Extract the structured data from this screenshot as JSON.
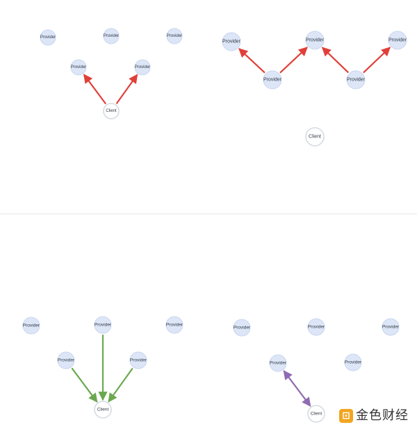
{
  "colors": {
    "red_arrow": "#e0403a",
    "green_arrow": "#6aa84f",
    "purple_arrow": "#8e6bb2",
    "provider_fill": "#dce6f7",
    "client_stroke": "#d5dbe3",
    "watermark_orange": "#f1a51f"
  },
  "labels": {
    "provider": "Provider",
    "client": "Client"
  },
  "panels": [
    {
      "name": "panel-top-left",
      "arrow_color": "red_arrow",
      "arrow_kind": "single",
      "nodes": [
        {
          "id": "p1",
          "role": "provider"
        },
        {
          "id": "p2",
          "role": "provider"
        },
        {
          "id": "p3",
          "role": "provider"
        },
        {
          "id": "p4",
          "role": "provider"
        },
        {
          "id": "p5",
          "role": "provider"
        },
        {
          "id": "c",
          "role": "client"
        }
      ],
      "edges": [
        {
          "from": "c",
          "to": "p4"
        },
        {
          "from": "c",
          "to": "p5"
        }
      ]
    },
    {
      "name": "panel-top-right",
      "arrow_color": "red_arrow",
      "arrow_kind": "single",
      "nodes": [
        {
          "id": "p1",
          "role": "provider"
        },
        {
          "id": "p2",
          "role": "provider"
        },
        {
          "id": "p3",
          "role": "provider"
        },
        {
          "id": "p4",
          "role": "provider"
        },
        {
          "id": "p5",
          "role": "provider"
        },
        {
          "id": "c",
          "role": "client"
        }
      ],
      "edges": [
        {
          "from": "p4",
          "to": "p1"
        },
        {
          "from": "p4",
          "to": "p2"
        },
        {
          "from": "p5",
          "to": "p2"
        },
        {
          "from": "p5",
          "to": "p3"
        }
      ]
    },
    {
      "name": "panel-bottom-left",
      "arrow_color": "green_arrow",
      "arrow_kind": "single",
      "nodes": [
        {
          "id": "p1",
          "role": "provider"
        },
        {
          "id": "p2",
          "role": "provider"
        },
        {
          "id": "p3",
          "role": "provider"
        },
        {
          "id": "p4",
          "role": "provider"
        },
        {
          "id": "p5",
          "role": "provider"
        },
        {
          "id": "c",
          "role": "client"
        }
      ],
      "edges": [
        {
          "from": "p2",
          "to": "c"
        },
        {
          "from": "p4",
          "to": "c"
        },
        {
          "from": "p5",
          "to": "c"
        }
      ]
    },
    {
      "name": "panel-bottom-right",
      "arrow_color": "purple_arrow",
      "arrow_kind": "double",
      "nodes": [
        {
          "id": "p1",
          "role": "provider"
        },
        {
          "id": "p2",
          "role": "provider"
        },
        {
          "id": "p3",
          "role": "provider"
        },
        {
          "id": "p4",
          "role": "provider"
        },
        {
          "id": "p5",
          "role": "provider"
        },
        {
          "id": "c",
          "role": "client"
        }
      ],
      "edges": [
        {
          "from": "p4",
          "to": "c"
        }
      ]
    }
  ],
  "watermark": {
    "icon": "jinse-logo-icon",
    "glyph": "⊡",
    "text": "金色财经"
  }
}
